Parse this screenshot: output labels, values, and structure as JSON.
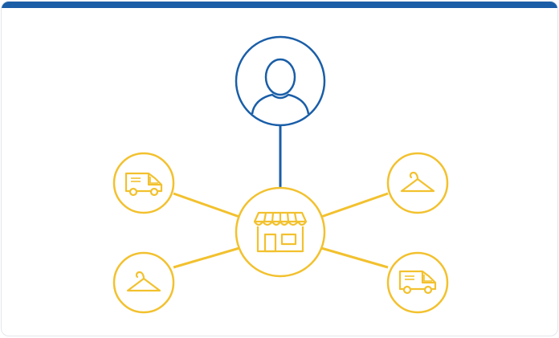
{
  "colors": {
    "accent_bar": "#1a5ea8",
    "person": "#1a5ea8",
    "network": "#f2c12e",
    "background": "#ffffff"
  },
  "diagram": {
    "center_node": {
      "icon": "storefront-icon"
    },
    "top_node": {
      "icon": "person-icon"
    },
    "satellite_nodes": [
      {
        "id": "top-left",
        "icon": "delivery-van-icon"
      },
      {
        "id": "top-right",
        "icon": "clothes-hanger-icon"
      },
      {
        "id": "bottom-left",
        "icon": "clothes-hanger-icon"
      },
      {
        "id": "bottom-right",
        "icon": "delivery-van-icon"
      }
    ]
  }
}
